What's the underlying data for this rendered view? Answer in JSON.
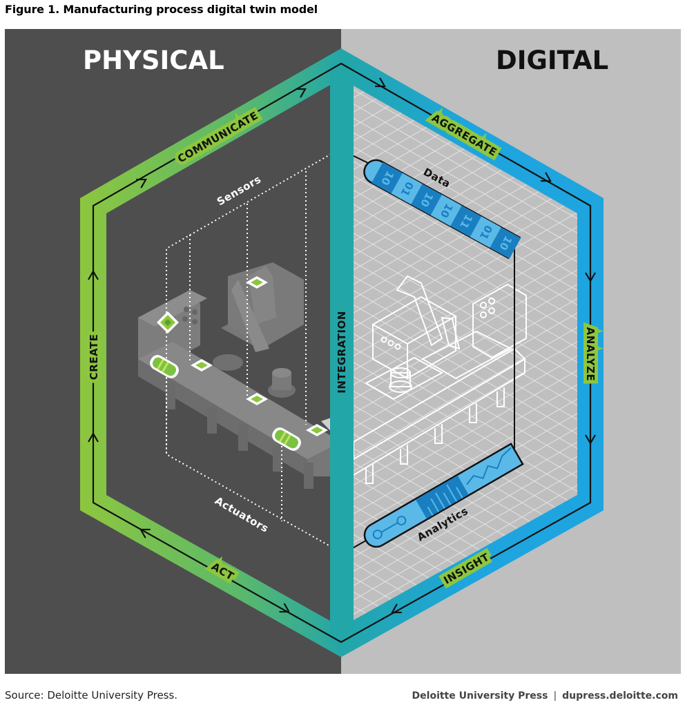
{
  "title": "Figure 1. Manufacturing process digital twin model",
  "sides": {
    "physical": "PHYSICAL",
    "digital": "DIGITAL"
  },
  "cycle": {
    "communicate": "COMMUNICATE",
    "aggregate": "AGGREGATE",
    "analyze": "ANALYZE",
    "insight": "INSIGHT",
    "act": "ACT",
    "create": "CREATE",
    "integration": "INTEGRATION"
  },
  "physical_labels": {
    "sensors": "Sensors",
    "actuators": "Actuators"
  },
  "digital_labels": {
    "data": "Data",
    "analytics": "Analytics"
  },
  "data_bits": [
    "10",
    "01",
    "10",
    "10",
    "11",
    "01",
    "10"
  ],
  "colors": {
    "green": "#8dc63f",
    "teal": "#23a6a8",
    "blue": "#1ea5df",
    "dark_bg": "#4e4e4e",
    "light_bg": "#bfbfbf"
  },
  "source": "Source: Deloitte University Press.",
  "footer": {
    "brand": "Deloitte University Press",
    "separator": "|",
    "url": "dupress.deloitte.com"
  }
}
